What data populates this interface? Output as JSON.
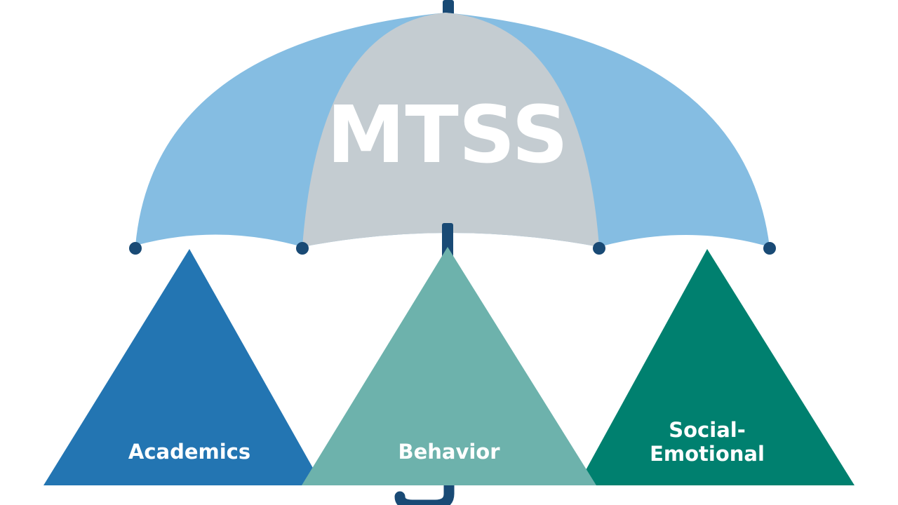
{
  "title": "MTSS",
  "pillars": [
    {
      "label_lines": [
        "Academics"
      ]
    },
    {
      "label_lines": [
        "Behavior"
      ]
    },
    {
      "label_lines": [
        "Social-",
        "Emotional"
      ]
    }
  ],
  "colors": {
    "canopy_outer": "#85bde2",
    "canopy_center": "#c4ccd1",
    "shaft": "#194a75",
    "tip_dot": "#194a75",
    "academics": "#2375b2",
    "behavior": "#6db2ac",
    "social_emotional": "#00806f",
    "title_text": "#ffffff",
    "label_text": "#ffffff"
  }
}
